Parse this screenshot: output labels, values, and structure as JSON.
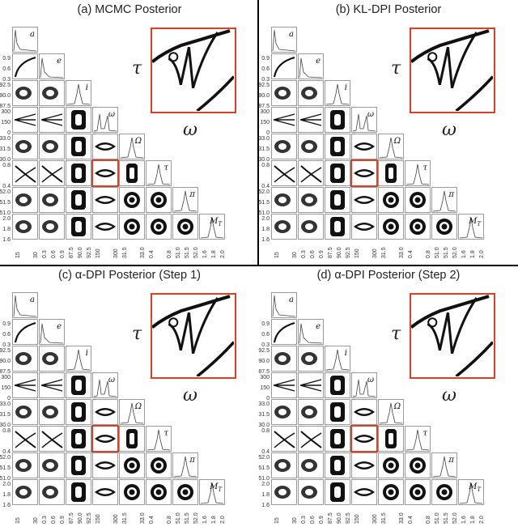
{
  "figure": {
    "panels": [
      {
        "id": "a",
        "title": "(a) MCMC Posterior",
        "fill": "mcmc"
      },
      {
        "id": "b",
        "title": "(b) KL-DPI Posterior",
        "fill": "kl"
      },
      {
        "id": "c",
        "title": "(c) α-DPI Posterior (Step 1)",
        "fill": "mcmc"
      },
      {
        "id": "d",
        "title": "(d) α-DPI Posterior (Step 2)",
        "fill": "kl"
      }
    ],
    "zoom_axes": {
      "y": "τ",
      "x": "ω"
    },
    "highlight_color": "#d9412b"
  },
  "chart_data": {
    "type": "scatter",
    "subtype": "corner-plot",
    "parameters": [
      "a",
      "e",
      "i",
      "ω",
      "Ω",
      "τ",
      "π",
      "M_T"
    ],
    "diagonal_labels": [
      "a",
      "e",
      "i",
      "ω",
      "Ω",
      "τ",
      "π",
      "M"
    ],
    "diagonal_label_subscripts": [
      "",
      "",
      "",
      "",
      "",
      "",
      "",
      "T"
    ],
    "y_ticks": [
      [],
      [
        "0.9",
        "0.6",
        "0.3"
      ],
      [
        "92.5",
        "90.0",
        "87.5"
      ],
      [
        "300",
        "150",
        "0"
      ],
      [
        "33.0",
        "31.5",
        "30.0"
      ],
      [
        "0.8",
        "0.4"
      ],
      [
        "52.0",
        "51.5",
        "51.0"
      ],
      [
        "2.0",
        "1.8",
        "1.6"
      ]
    ],
    "x_ticks": [
      [
        "15",
        "30"
      ],
      [
        "0.3",
        "0.6",
        "0.9"
      ],
      [
        "87.5",
        "90.0",
        "92.5"
      ],
      [
        "150",
        "300"
      ],
      [
        "31.5",
        "33.0"
      ],
      [
        "0.4",
        "0.8"
      ],
      [
        "51.0",
        "51.5",
        "52.0"
      ],
      [
        "1.6",
        "1.8",
        "2.0"
      ]
    ],
    "zoom_pair": {
      "x": "ω",
      "y": "τ"
    }
  }
}
